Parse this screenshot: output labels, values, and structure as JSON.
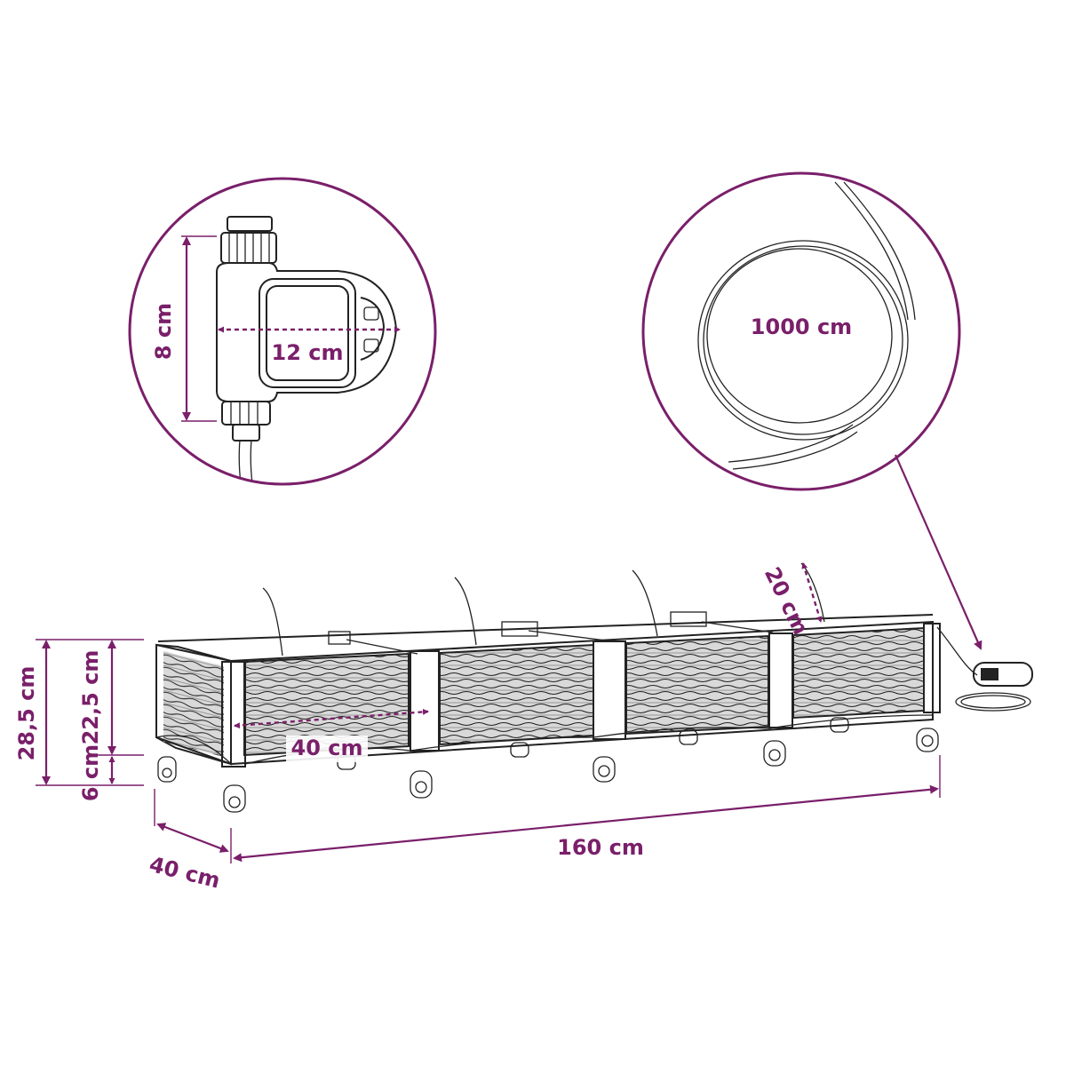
{
  "accent_color": "#7a1f6a",
  "callouts": {
    "timer": {
      "width_label": "12 cm",
      "height_label": "8 cm"
    },
    "hose": {
      "length_label": "1000 cm"
    }
  },
  "planter": {
    "total_height_label": "28,5 cm",
    "box_height_label": "22,5 cm",
    "leg_height_label": "6 cm",
    "depth_label": "40 cm",
    "section_width_label": "40 cm",
    "length_label": "160 cm",
    "section_depth_label": "20 cm"
  }
}
